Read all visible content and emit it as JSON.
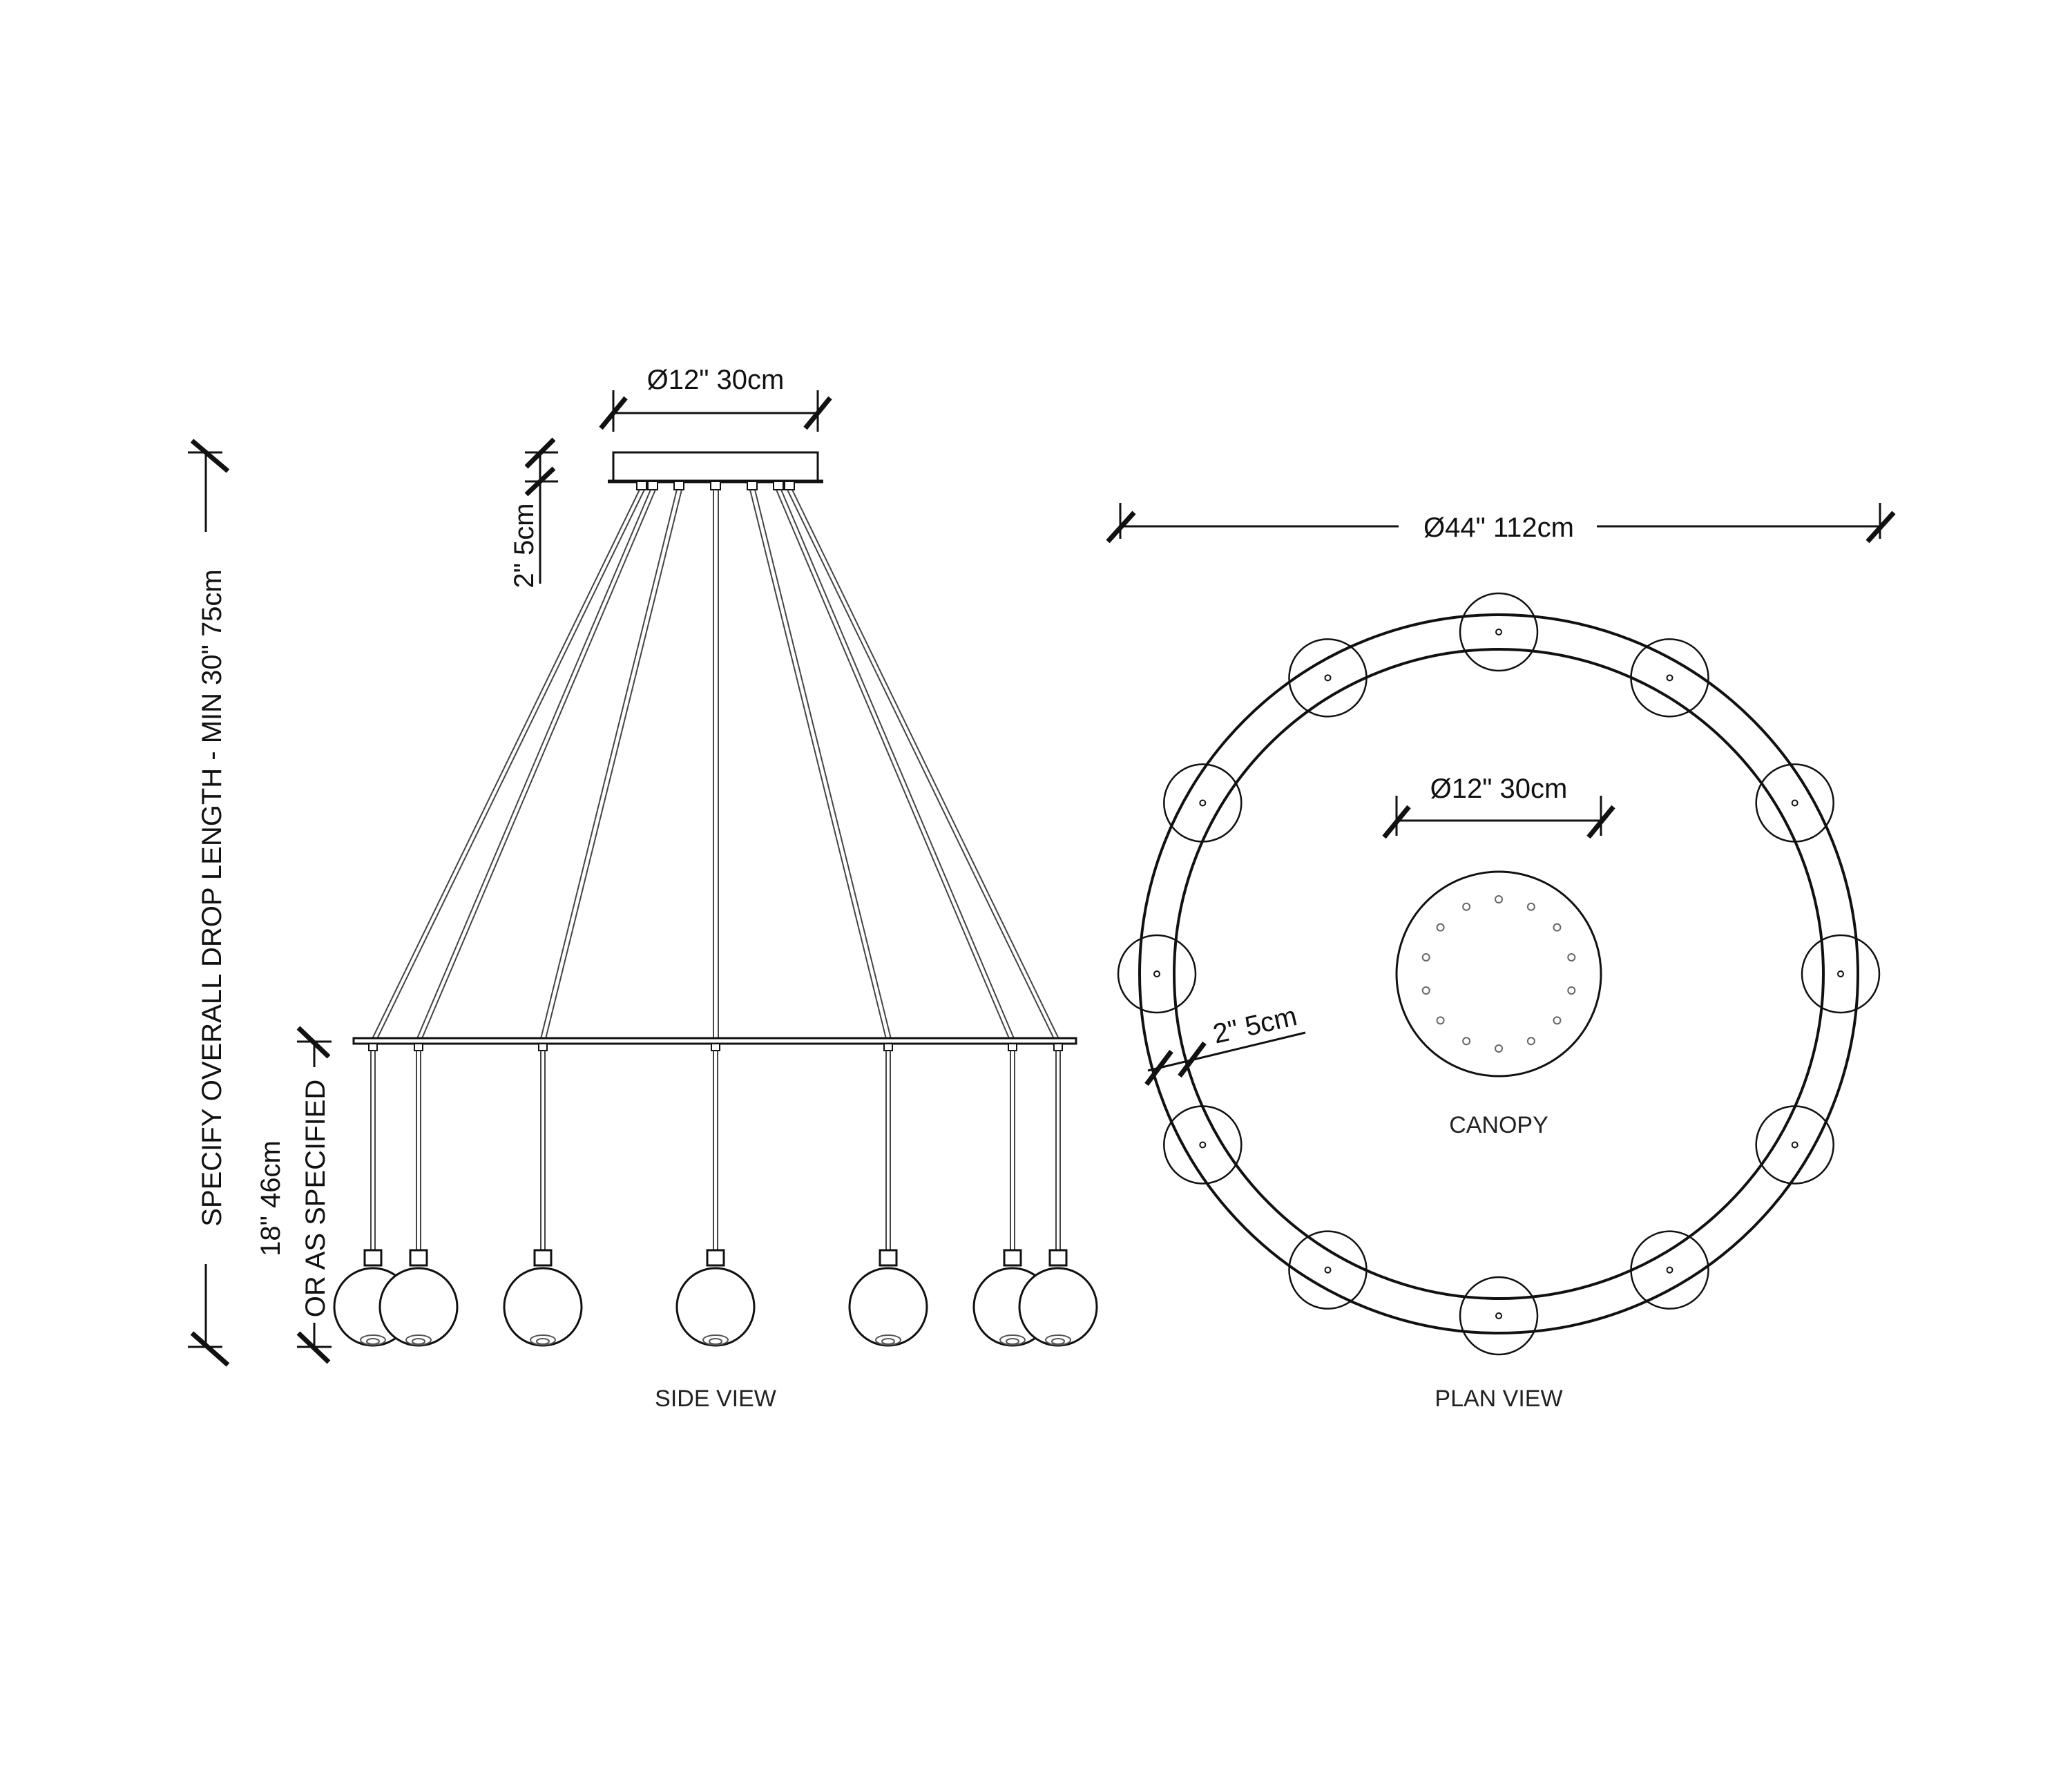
{
  "colors": {
    "ink": "#111111",
    "paper": "#ffffff",
    "cable": "#444444"
  },
  "side_view": {
    "canopy_dim": "Ø12\" 30cm",
    "canopy_height_dim": "2\" 5cm",
    "overall_drop_dim": "SPECIFY OVERALL DROP LENGTH - MIN 30\" 75cm",
    "pendant_drop_dim_line1": "18\" 46cm",
    "pendant_drop_dim_line2": "OR AS SPECIFIED",
    "label": "SIDE VIEW"
  },
  "plan_view": {
    "ring_dim": "Ø44\" 112cm",
    "canopy_dim": "Ø12\" 30cm",
    "ring_width_dim": "2\" 5cm",
    "canopy_label": "CANOPY",
    "label": "PLAN VIEW",
    "globe_count": 12,
    "canopy_hole_count": 14
  }
}
